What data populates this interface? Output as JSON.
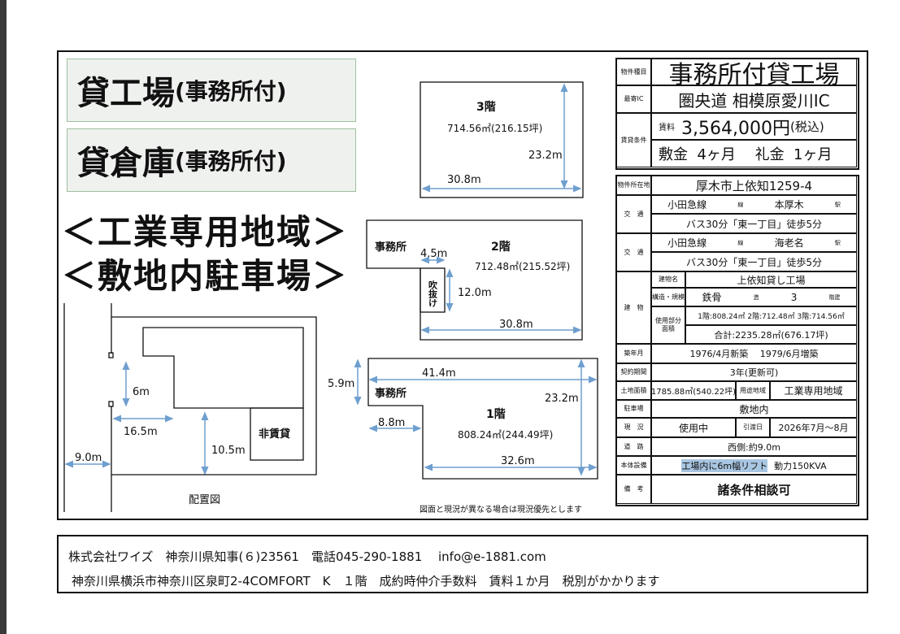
{
  "headings": {
    "h1_main": "貸工場",
    "h1_sub": "(事務所付)",
    "h2_main": "貸倉庫",
    "h2_sub": "(事務所付)",
    "zone1": "＜工業専用地域＞",
    "zone2": "＜敷地内駐車場＞"
  },
  "site_plan": {
    "title": "配置図",
    "non_rental": "非賃貸",
    "dim_6": "6m",
    "dim_16_5": "16.5m",
    "dim_10_5": "10.5m",
    "dim_9_0": "9.0m"
  },
  "floor3": {
    "label": "3階",
    "area": "714.56㎡(216.15坪)",
    "depth": "23.2m",
    "width": "30.8m"
  },
  "floor2": {
    "label": "2階",
    "area": "712.48㎡(215.52坪)",
    "office": "事務所",
    "void": "吹抜け",
    "dim_4_5": "4.5m",
    "dim_12": "12.0m",
    "width": "30.8m"
  },
  "floor1": {
    "label": "1階",
    "area": "808.24㎡(244.49坪)",
    "office": "事務所",
    "dim_41_4": "41.4m",
    "dim_5_9": "5.9m",
    "depth": "23.2m",
    "dim_8_8": "8.8m",
    "dim_32_6": "32.6m"
  },
  "note": "図面と現況が異なる場合は現況優先とします",
  "summary": {
    "type_label": "物件種目",
    "type": "事務所付貸工場",
    "ic_label": "最寄IC",
    "ic": "圏央道  相模原愛川IC",
    "terms_label": "賃貸条件",
    "rent_label": "賃料",
    "rent": "3,564,000円",
    "tax": "(税込)",
    "deposit": "敷金  4ヶ月　 礼金  1ヶ月"
  },
  "details": {
    "location_label": "物件所在地",
    "location": "厚木市上依知1259-4",
    "access_label": "交　通",
    "access1": {
      "line": "小田急線",
      "line_suffix": "線",
      "station": "本厚木",
      "station_suffix": "駅",
      "bus": "バス30分「東一丁目」徒歩5分"
    },
    "access2": {
      "line": "小田急線",
      "line_suffix": "線",
      "station": "海老名",
      "station_suffix": "駅",
      "bus": "バス30分「東一丁目」徒歩5分"
    },
    "building_label": "建　物",
    "name_label": "建物名",
    "name": "上依知貸し工場",
    "structure_label": "構造・規模",
    "structure": "鉄骨",
    "structure_suffix": "造",
    "floors": "3",
    "floors_suffix": "階建",
    "usage_label": "使用部分面積",
    "usage_floors": "1階:808.24㎡ 2階:712.48㎡ 3階:714.56㎡",
    "usage_total": "合計:2235.28㎡(676.17坪)",
    "built_label": "築年月",
    "built": "1976/4月新築　 1979/6月増築",
    "contract_label": "契約期間",
    "contract": "3年(更新可)",
    "land_label": "土地面積",
    "land": "1785.88㎡(540.22坪)",
    "zoning_label": "用途地域",
    "zoning": "工業専用地域",
    "parking_label": "駐車場",
    "parking": "敷地内",
    "status_label": "現　況",
    "status": "使用中",
    "handover_label": "引渡日",
    "handover": "2026年7月～8月",
    "road_label": "道　路",
    "road": "西側:約9.0m",
    "equipment_label": "本体設備",
    "equipment_hl": "工場内に6m幅リフト",
    "equipment": "動力150KVA",
    "remarks_label": "備　考",
    "remarks": "諸条件相談可"
  },
  "footer": {
    "line1": "株式会社ワイズ　神奈川県知事(６)23561　電話045-290-1881　 info@e-1881.com",
    "line2": "神奈川県横浜市神奈川区泉町2-4COMFORT　K　１階　成約時仲介手数料　賃料１か月　税別がかかります"
  }
}
